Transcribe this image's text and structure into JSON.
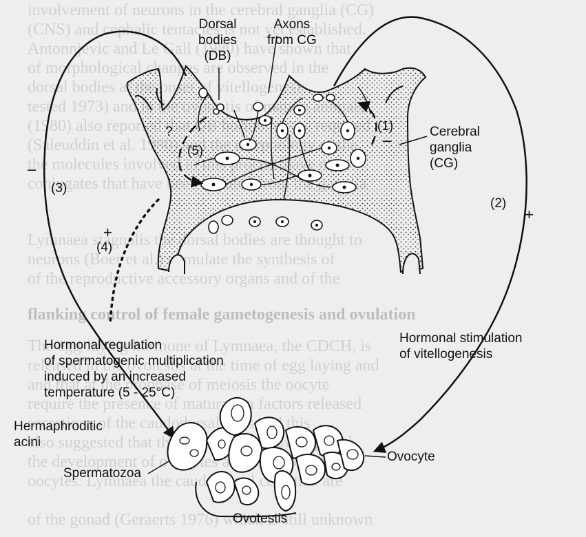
{
  "labels": {
    "dorsal_bodies": [
      "Dorsal",
      "bodies",
      "(DB)"
    ],
    "axons": [
      "Axons",
      "from CG"
    ],
    "cerebral_ganglia": [
      "Cerebral",
      "ganglia",
      "(CG)"
    ],
    "question_mark": "?",
    "path_1": "(1)",
    "path_2": "(2)",
    "path_3": "(3)",
    "path_4": "(4)",
    "path_5": "(5)",
    "sign_1": "–",
    "sign_2": "+",
    "sign_3": "–",
    "sign_4": "+",
    "hormonal_regulation": [
      "Hormonal regulation",
      "of spermatogenic multiplication",
      "induced by an increased",
      "temperature (5 - 25°C)"
    ],
    "hormonal_stimulation": [
      "Hormonal stimulation",
      "of vitellogenesis"
    ],
    "hermaphroditic_acini": [
      "Hermaphroditic",
      "acini"
    ],
    "spermatozoa": "Spermatozoa",
    "ovocyte": "Ovocyte",
    "ovotestis": "Ovotestis"
  },
  "background_text": [
    "involvement of neurons in the cerebral ganglia (CG)",
    "(CNS) and cephalic tentacles is not yet established.",
    "Antonnjevic and Le Gall (1980) have shown that",
    "of morphological changes are observed in the",
    "dorsal bodies at the onset of vitellogenesis.",
    "tested 1973) and in the ovotestis of mature animals",
    "(1980) also reported that DB hormones are required",
    "(Saleuddin et al. 1980) and the morphology of the",
    "the molecules involved in this process have not",
    "conjugates that have been isolated from the ganglia",
    "Lymnaea stagnalis the dorsal bodies are thought to",
    "neurons (Boer et al.) stimulate the synthesis of",
    "of the reproductive accessory organs and of the",
    "flanking control of female gametogenesis and ovulation",
    "The egg-laying hormone of Lymnaea, the CDCH, is",
    "released in the ovotestis at the time of egg laying and",
    "and that at the prophase of meiosis the oocyte",
    "require the presence of maturation factors released",
    "secretions of the caudodorsal cells and this",
    "also suggested that the dorsal bodies are required",
    "the development of ovocytes and the production of",
    "oocytes. Lymnaea the caudodorsal cells that are",
    "of the gonad (Geraerts 1976) which is still unknown"
  ]
}
